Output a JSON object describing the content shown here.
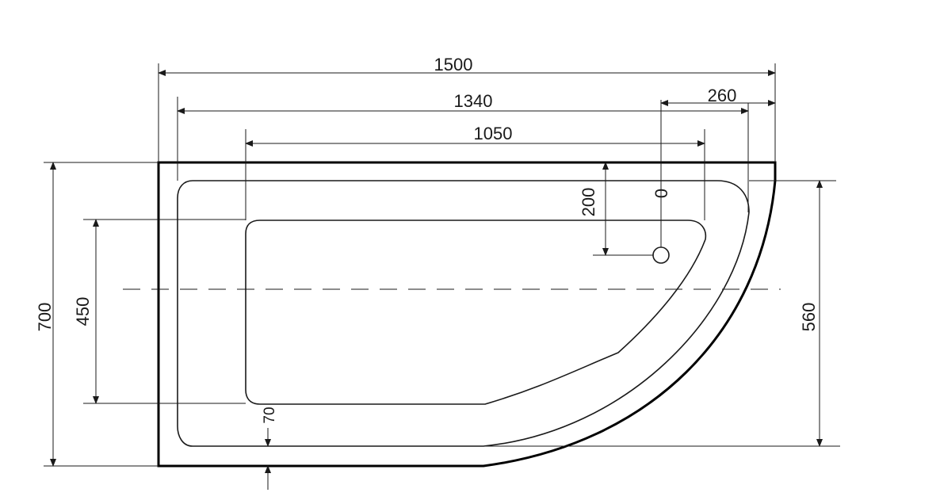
{
  "drawing": {
    "dimensions": {
      "overall_length": "1500",
      "rim_inner_length": "1340",
      "basin_length": "1050",
      "drain_offset": "260",
      "drain_from_top": "200",
      "overall_width": "700",
      "basin_width": "450",
      "rim_inner_width": "560",
      "bottom_offset": "70",
      "drain_label": "0"
    },
    "colors": {
      "line": "#1a1a1a",
      "outline": "#000000",
      "background": "#ffffff"
    }
  }
}
